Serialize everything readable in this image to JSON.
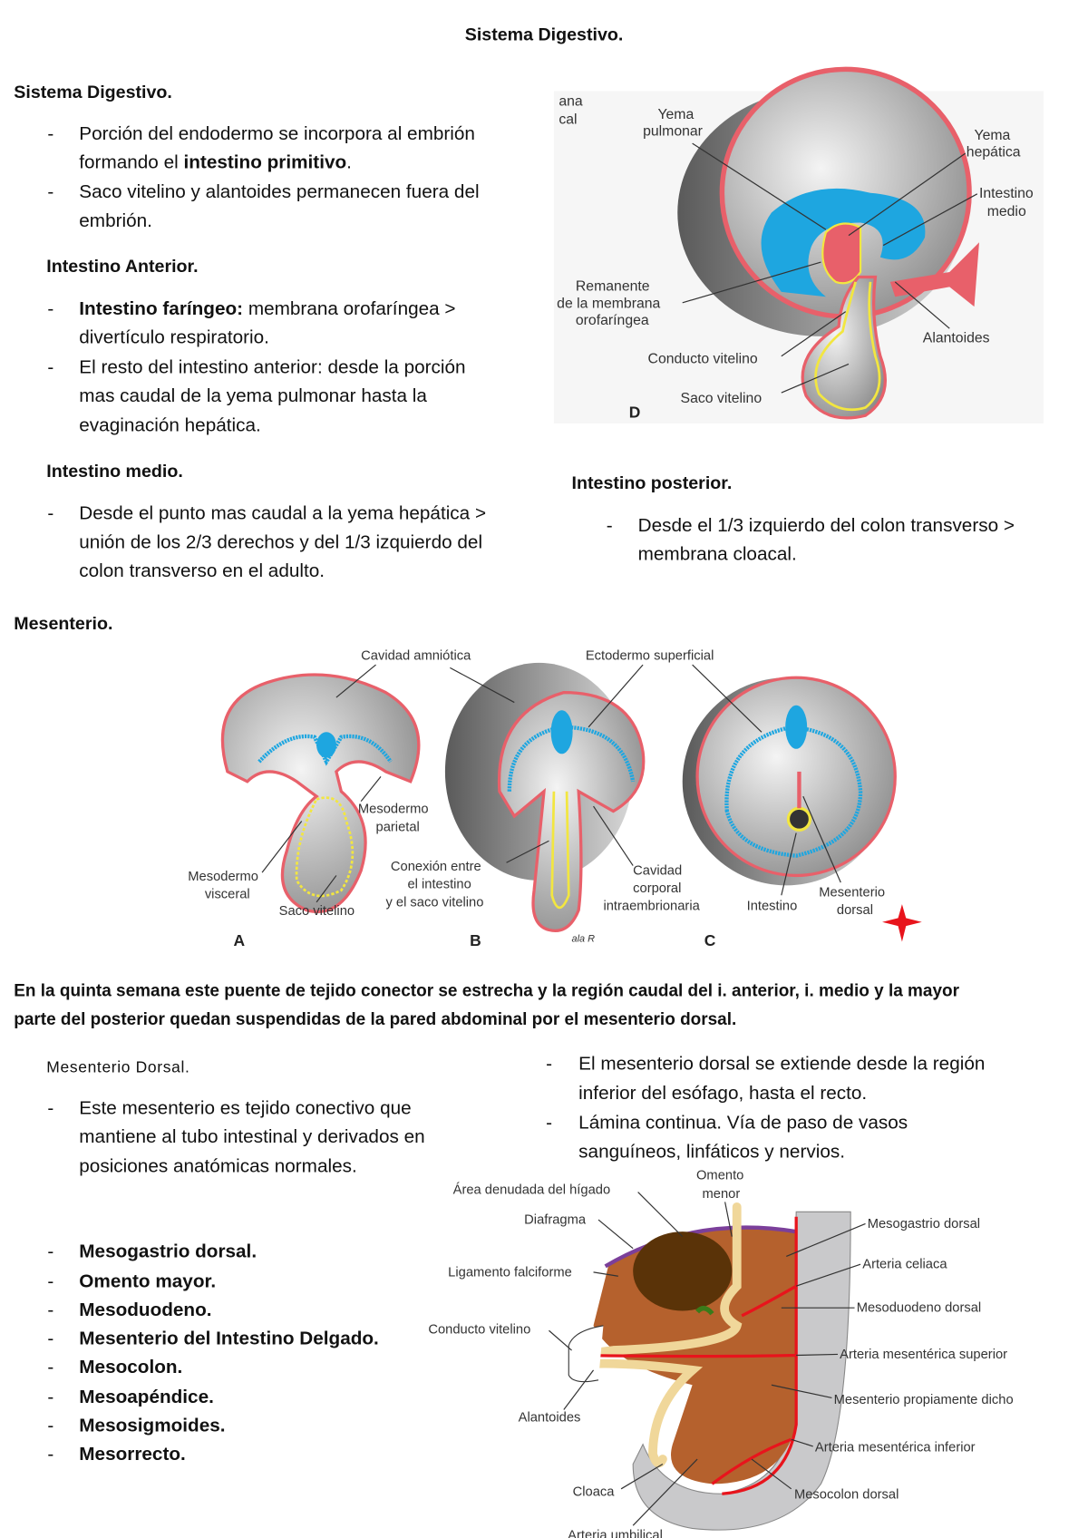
{
  "page_title": "Sistema Digestivo.",
  "bullet": "-",
  "intro": {
    "heading": "Sistema Digestivo.",
    "b1": {
      "l1": "Porción del endodermo se incorpora al embrión",
      "l2a": "formando el ",
      "l2b": "intestino primitivo",
      "l2c": "."
    },
    "b2": {
      "l1": "Saco vitelino y alantoides permanecen fuera del",
      "l2": "embrión."
    }
  },
  "anterior": {
    "heading": "Intestino Anterior.",
    "b1": {
      "l1a": "Intestino faríngeo:",
      "l1b": " membrana orofaríngea >",
      "l2": "divertículo respiratorio."
    },
    "b2": {
      "l1": "El resto del intestino anterior: desde la porción",
      "l2": "mas caudal de la yema pulmonar hasta la",
      "l3": "evaginación hepática."
    }
  },
  "medio": {
    "heading": "Intestino medio.",
    "b1": {
      "l1": "Desde el punto mas caudal a la yema hepática >",
      "l2": "unión de los 2/3 derechos y del 1/3 izquierdo del",
      "l3": "colon transverso en el adulto."
    }
  },
  "posterior": {
    "heading": "Intestino posterior.",
    "b1": {
      "l1": "Desde el 1/3 izquierdo del colon transverso >",
      "l2": "membrana cloacal."
    }
  },
  "mesenterio": {
    "heading": "Mesenterio.",
    "paragraph": {
      "l1": "En la quinta semana este puente de tejido conector se estrecha y la región caudal del i. anterior, i. medio y la mayor",
      "l2": "parte del posterior quedan suspendidas de la pared abdominal por el mesenterio dorsal."
    }
  },
  "dorsal": {
    "heading": "Mesenterio Dorsal.",
    "b1": {
      "l1": "Este mesenterio es tejido conectivo que",
      "l2": "mantiene al tubo intestinal y derivados en",
      "l3": "posiciones anatómicas normales."
    },
    "r1": {
      "l1": "El mesenterio dorsal se extiende desde la región",
      "l2": "inferior del esófago, hasta el recto."
    },
    "r2": {
      "l1": "Lámina continua. Vía de paso de vasos",
      "l2": "sanguíneos, linfáticos y nervios."
    },
    "list": [
      "Mesogastrio dorsal.",
      "Omento mayor.",
      "Mesoduodeno.",
      "Mesenterio del Intestino Delgado.",
      "Mesocolon.",
      "Mesoapéndice.",
      "Mesosigmoides.",
      "Mesorrecto."
    ]
  },
  "figure_d": {
    "cut_label_1": "ana",
    "cut_label_2": "cal",
    "yema_pulmonar_1": "Yema",
    "yema_pulmonar_2": "pulmonar",
    "yema_hepatica_1": "Yema",
    "yema_hepatica_2": "hepática",
    "intestino_medio_1": "Intestino",
    "intestino_medio_2": "medio",
    "remanente_1": "Remanente",
    "remanente_2": "de la membrana",
    "remanente_3": "orofaríngea",
    "alantoides": "Alantoides",
    "conducto_vitelino": "Conducto vitelino",
    "saco_vitelino": "Saco vitelino",
    "panel": "D"
  },
  "figure_abc": {
    "cavidad_amniotica": "Cavidad amniótica",
    "ectodermo_superficial": "Ectodermo superficial",
    "mesodermo_parietal_1": "Mesodermo",
    "mesodermo_parietal_2": "parietal",
    "mesodermo_visceral_1": "Mesodermo",
    "mesodermo_visceral_2": "visceral",
    "saco_vitelino": "Saco vitelino",
    "conexion_1": "Conexión entre",
    "conexion_2": "el intestino",
    "conexion_3": "y el saco vitelino",
    "cavidad_corporal_1": "Cavidad",
    "cavidad_corporal_2": "corporal",
    "cavidad_corporal_3": "intraembrionaria",
    "intestino": "Intestino",
    "mesenterio_dorsal_1": "Mesenterio",
    "mesenterio_dorsal_2": "dorsal",
    "panel_a": "A",
    "panel_b": "B",
    "panel_c": "C",
    "signature": "ala R"
  },
  "figure_mesentery": {
    "area_denudada": "Área denudada del hígado",
    "omento_menor_1": "Omento",
    "omento_menor_2": "menor",
    "diafragma": "Diafragma",
    "ligamento_falciforme": "Ligamento falciforme",
    "conducto_vitelino": "Conducto vitelino",
    "alantoides": "Alantoides",
    "cloaca": "Cloaca",
    "arteria_umbilical": "Arteria umbilical",
    "mesogastrio_dorsal": "Mesogastrio dorsal",
    "arteria_celiaca": "Arteria celiaca",
    "mesoduodeno_dorsal": "Mesoduodeno dorsal",
    "arteria_mes_superior": "Arteria mesentérica superior",
    "mesenterio_propiamente": "Mesenterio propiamente dicho",
    "arteria_mes_inferior": "Arteria mesentérica inferior",
    "mesocolon_dorsal": "Mesocolon dorsal"
  },
  "colors": {
    "red": "#e8606a",
    "blue": "#1ea6e0",
    "yellow": "#f2e640",
    "artery": "#e8141c",
    "liver": "#5a3308",
    "mesentery": "#b5612d",
    "gut": "#f0d79a",
    "marker": "#e8141c"
  }
}
